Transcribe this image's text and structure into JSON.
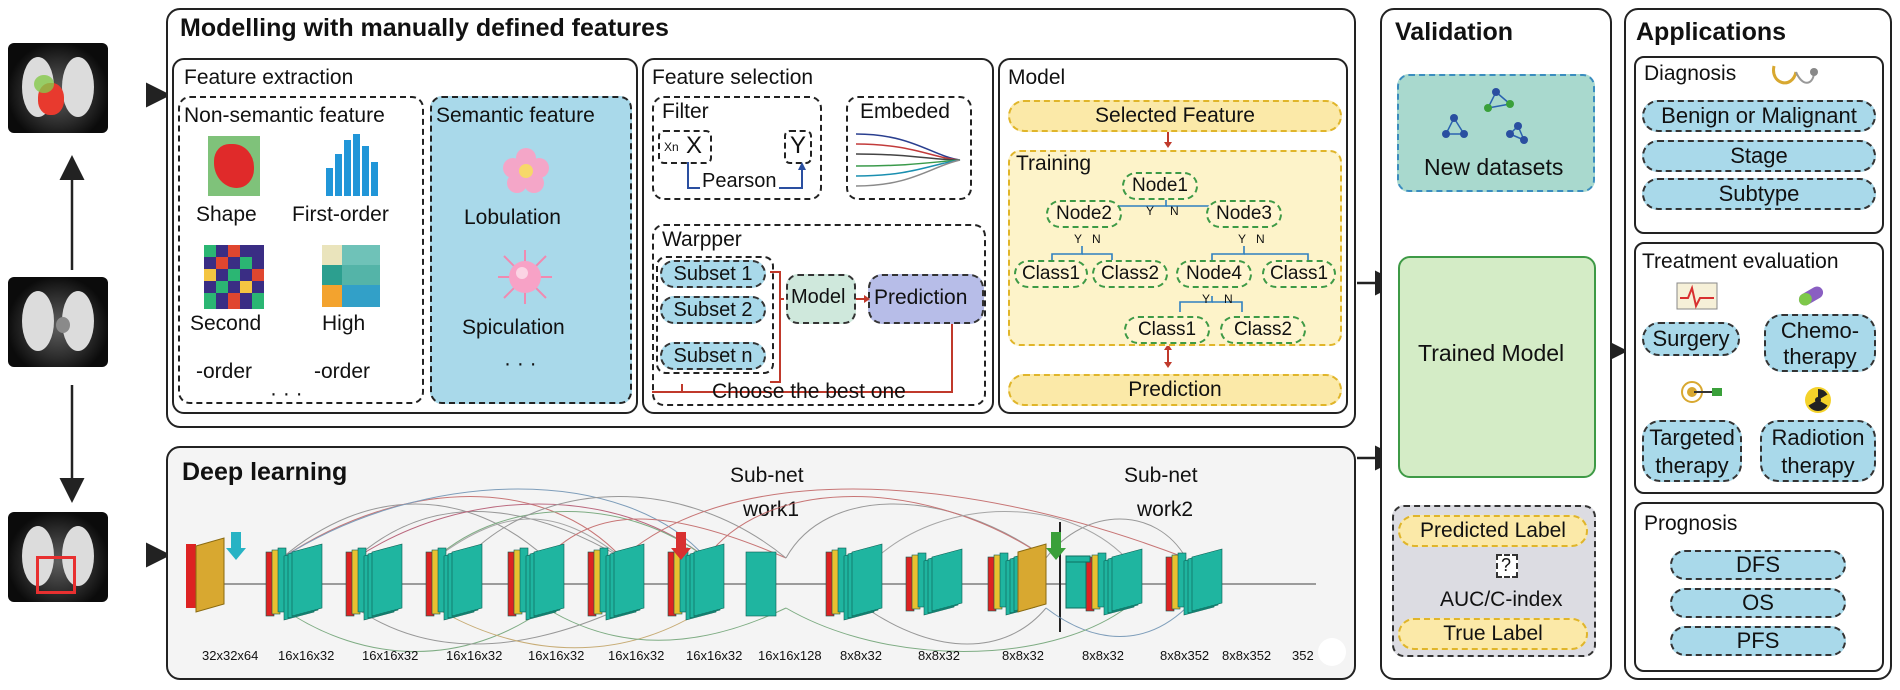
{
  "modelling": {
    "title": "Modelling with manually defined features",
    "feature_extraction": {
      "title": "Feature extraction",
      "non_semantic": {
        "title": "Non-semantic feature",
        "shape": "Shape",
        "first_order": "First-order",
        "second": "Second",
        "second_order": "-order",
        "high": "High",
        "high_order": "-order",
        "ellipsis": "· · ·"
      },
      "semantic": {
        "title": "Semantic feature",
        "lobulation": "Lobulation",
        "spiculation": "Spiculation",
        "ellipsis": "· · ·"
      }
    },
    "feature_selection": {
      "title": "Feature selection",
      "filter": {
        "title": "Filter",
        "xn": "Xn",
        "x": "X",
        "y": "Y",
        "pearson": "Pearson"
      },
      "embedded": {
        "title": "Embeded"
      },
      "wrapper": {
        "title": "Warpper",
        "subsets": [
          "Subset 1",
          "Subset 2",
          "Subset n"
        ],
        "model": "Model",
        "prediction": "Prediction",
        "choose": "Choose the best one"
      }
    },
    "model": {
      "title": "Model",
      "selected": "Selected Feature",
      "training": "Training",
      "nodes": {
        "node1": "Node1",
        "node2": "Node2",
        "node3": "Node3",
        "node4": "Node4"
      },
      "classes": {
        "c1": "Class1",
        "c2": "Class2",
        "c3": "Class1",
        "c4": "Class1",
        "c5": "Class2"
      },
      "yes": "Y",
      "no": "N",
      "prediction": "Prediction"
    }
  },
  "deep_learning": {
    "title": "Deep learning",
    "subnet1": [
      "Sub-net",
      "work1"
    ],
    "subnet2": [
      "Sub-net",
      "work2"
    ],
    "dims": [
      "32x32x64",
      "16x16x32",
      "16x16x32",
      "16x16x32",
      "16x16x32",
      "16x16x32",
      "16x16x32",
      "16x16x128",
      "8x8x32",
      "8x8x32",
      "8x8x32",
      "8x8x32",
      "8x8x352",
      "8x8x352",
      "352"
    ]
  },
  "validation": {
    "title": "Validation",
    "new_datasets": "New datasets",
    "trained_model": "Trained Model",
    "predicted": "Predicted Label",
    "question": "?",
    "auc": "AUC/C-index",
    "true_label": "True Label"
  },
  "applications": {
    "title": "Applications",
    "diagnosis": {
      "title": "Diagnosis",
      "items": [
        "Benign or Malignant",
        "Stage",
        "Subtype"
      ]
    },
    "treatment": {
      "title": "Treatment evaluation",
      "surgery": "Surgery",
      "chemo": [
        "Chemo-",
        "therapy"
      ],
      "targeted": [
        "Targeted",
        "therapy"
      ],
      "radio": [
        "Radiotion",
        "therapy"
      ]
    },
    "prognosis": {
      "title": "Prognosis",
      "items": [
        "DFS",
        "OS",
        "PFS"
      ]
    }
  },
  "colors": {
    "yellow_pill": "#fbe9a8",
    "blue_pill": "#a9d9ea",
    "green_model": "#d4ecc6",
    "teal_block": "#1fb5a0"
  }
}
